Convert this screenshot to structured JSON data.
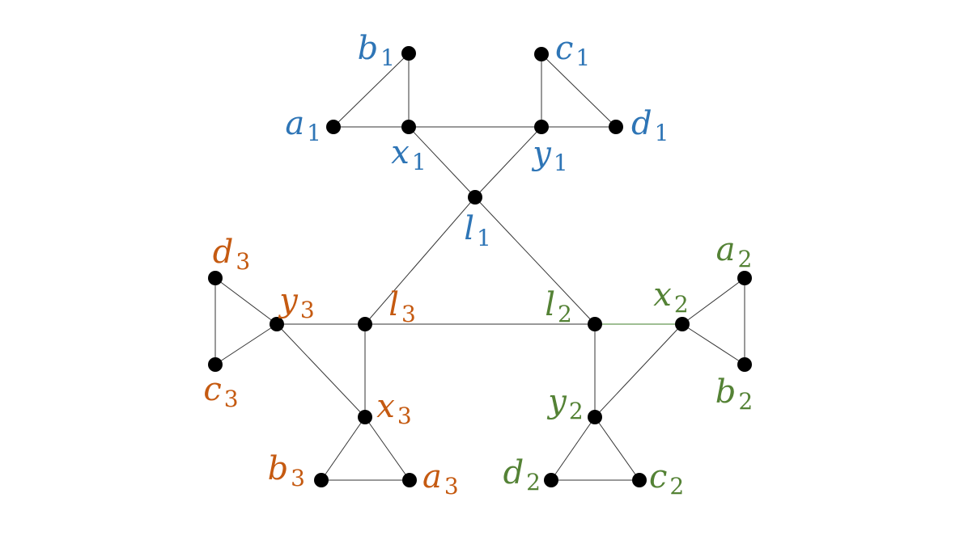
{
  "colors": {
    "group1": "#2e75b6",
    "group2": "#548235",
    "group3": "#c55a11",
    "node": "#000000",
    "edge": "#333333"
  },
  "nodes": [
    {
      "id": "b1",
      "letter": "b",
      "sub": "1",
      "group": "group1"
    },
    {
      "id": "c1",
      "letter": "c",
      "sub": "1",
      "group": "group1"
    },
    {
      "id": "a1",
      "letter": "a",
      "sub": "1",
      "group": "group1"
    },
    {
      "id": "x1",
      "letter": "x",
      "sub": "1",
      "group": "group1"
    },
    {
      "id": "y1",
      "letter": "y",
      "sub": "1",
      "group": "group1"
    },
    {
      "id": "d1",
      "letter": "d",
      "sub": "1",
      "group": "group1"
    },
    {
      "id": "l1",
      "letter": "l",
      "sub": "1",
      "group": "group1"
    },
    {
      "id": "d3",
      "letter": "d",
      "sub": "3",
      "group": "group3"
    },
    {
      "id": "y3",
      "letter": "y",
      "sub": "3",
      "group": "group3"
    },
    {
      "id": "l3",
      "letter": "l",
      "sub": "3",
      "group": "group3"
    },
    {
      "id": "c3",
      "letter": "c",
      "sub": "3",
      "group": "group3"
    },
    {
      "id": "x3",
      "letter": "x",
      "sub": "3",
      "group": "group3"
    },
    {
      "id": "b3",
      "letter": "b",
      "sub": "3",
      "group": "group3"
    },
    {
      "id": "a3",
      "letter": "a",
      "sub": "3",
      "group": "group3"
    },
    {
      "id": "l2",
      "letter": "l",
      "sub": "2",
      "group": "group2"
    },
    {
      "id": "x2",
      "letter": "x",
      "sub": "2",
      "group": "group2"
    },
    {
      "id": "a2",
      "letter": "a",
      "sub": "2",
      "group": "group2"
    },
    {
      "id": "b2",
      "letter": "b",
      "sub": "2",
      "group": "group2"
    },
    {
      "id": "y2",
      "letter": "y",
      "sub": "2",
      "group": "group2"
    },
    {
      "id": "d2",
      "letter": "d",
      "sub": "2",
      "group": "group2"
    },
    {
      "id": "c2",
      "letter": "c",
      "sub": "2",
      "group": "group2"
    }
  ],
  "edges": [
    [
      "a1",
      "b1"
    ],
    [
      "b1",
      "x1"
    ],
    [
      "a1",
      "x1"
    ],
    [
      "x1",
      "y1"
    ],
    [
      "y1",
      "c1"
    ],
    [
      "c1",
      "d1"
    ],
    [
      "y1",
      "d1"
    ],
    [
      "x1",
      "l1"
    ],
    [
      "y1",
      "l1"
    ],
    [
      "l1",
      "l3"
    ],
    [
      "l1",
      "l2"
    ],
    [
      "l3",
      "l2"
    ],
    [
      "d3",
      "c3"
    ],
    [
      "d3",
      "y3"
    ],
    [
      "c3",
      "y3"
    ],
    [
      "y3",
      "l3"
    ],
    [
      "y3",
      "x3"
    ],
    [
      "l3",
      "x3"
    ],
    [
      "x3",
      "b3"
    ],
    [
      "x3",
      "a3"
    ],
    [
      "b3",
      "a3"
    ],
    [
      "l2",
      "x2"
    ],
    [
      "l2",
      "y2"
    ],
    [
      "x2",
      "y2"
    ],
    [
      "x2",
      "a2"
    ],
    [
      "x2",
      "b2"
    ],
    [
      "a2",
      "b2"
    ],
    [
      "y2",
      "d2"
    ],
    [
      "y2",
      "c2"
    ],
    [
      "d2",
      "c2"
    ]
  ]
}
